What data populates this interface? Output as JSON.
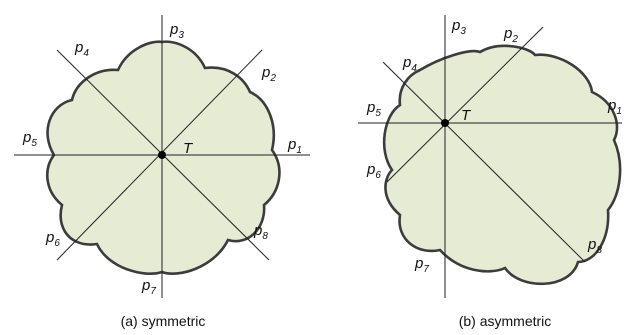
{
  "colors": {
    "shape_fill": "#e6ebd4",
    "shape_stroke": "#3c3c3c",
    "line": "#222222",
    "point": "#000000"
  },
  "panels": [
    {
      "id": "a",
      "caption": "(a) symmetric",
      "center_label": "T",
      "lines": [
        {
          "base": "p",
          "sub": "1"
        },
        {
          "base": "p",
          "sub": "2"
        },
        {
          "base": "p",
          "sub": "3"
        },
        {
          "base": "p",
          "sub": "4"
        },
        {
          "base": "p",
          "sub": "5"
        },
        {
          "base": "p",
          "sub": "6"
        },
        {
          "base": "p",
          "sub": "7"
        },
        {
          "base": "p",
          "sub": "8"
        }
      ]
    },
    {
      "id": "b",
      "caption": "(b) asymmetric",
      "center_label": "T",
      "lines": [
        {
          "base": "p",
          "sub": "1"
        },
        {
          "base": "p",
          "sub": "2"
        },
        {
          "base": "p",
          "sub": "3"
        },
        {
          "base": "p",
          "sub": "4"
        },
        {
          "base": "p",
          "sub": "5"
        },
        {
          "base": "p",
          "sub": "6"
        },
        {
          "base": "p",
          "sub": "7"
        },
        {
          "base": "p",
          "sub": "8"
        }
      ]
    }
  ]
}
